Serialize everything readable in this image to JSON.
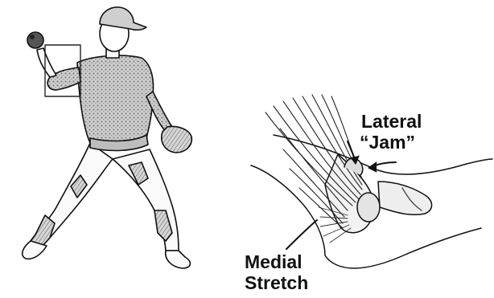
{
  "labels": {
    "lateral": "Lateral",
    "jam": "“Jam”",
    "medial": "Medial",
    "stretch": "Stretch"
  },
  "colors": {
    "ink": "#111111",
    "shade": "#9a9a9a",
    "light_shade": "#c8c8c8",
    "background": "#ffffff"
  }
}
